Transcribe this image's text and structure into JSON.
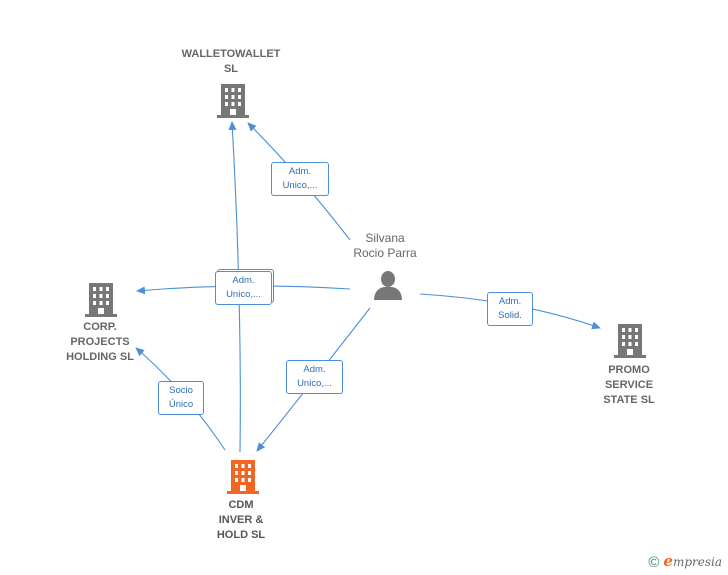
{
  "nodes": {
    "walletowallet": {
      "label": "WALLETOWALLET\nSL",
      "color": "#777777"
    },
    "corp": {
      "label": "CORP.\nPROJECTS\nHOLDING  SL",
      "color": "#777777"
    },
    "promo": {
      "label": "PROMO\nSERVICE\nSTATE  SL",
      "color": "#777777"
    },
    "cdm": {
      "label": "CDM\nINVER &\nHOLD  SL",
      "color": "#f26522"
    },
    "silvana": {
      "label": "Silvana\nRocio Parra",
      "color": "#777777"
    }
  },
  "edge_labels": {
    "silvana_wallet": "Adm.\nUnico,...",
    "silvana_corp": "Adm.\nUnico,...",
    "silvana_cdm": "Adm.\nUnico,...",
    "silvana_promo": "Adm.\nSolid.",
    "cdm_corp": "Socio\nÚnico"
  },
  "colors": {
    "edge": "#4a8fd8",
    "building": "#777777",
    "focus": "#f26522",
    "person": "#777777"
  },
  "brand": {
    "copyright": "©",
    "e": "e",
    "rest": "mpresia"
  }
}
